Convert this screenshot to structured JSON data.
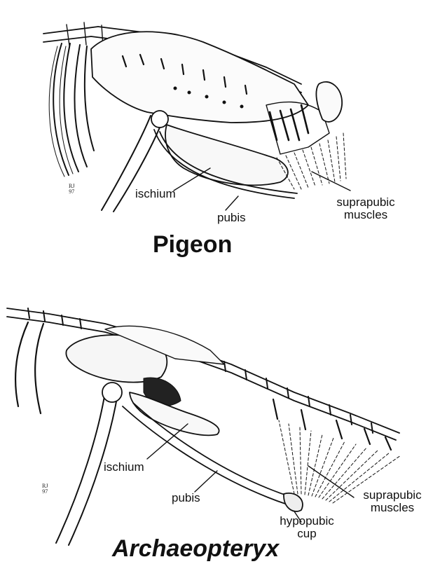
{
  "panels": [
    {
      "title": "Pigeon",
      "labels": {
        "ischium": "ischium",
        "pubis": "pubis",
        "suprapubic": [
          "suprapubic",
          "muscles"
        ]
      },
      "signature": [
        "RJ",
        "97"
      ]
    },
    {
      "title": "Archaeopteryx",
      "labels": {
        "ischium": "ischium",
        "pubis": "pubis",
        "suprapubic": [
          "suprapubic",
          "muscles"
        ],
        "hypopubic": [
          "hypopubic",
          "cup"
        ]
      },
      "signature": [
        "RJ",
        "97"
      ]
    }
  ]
}
